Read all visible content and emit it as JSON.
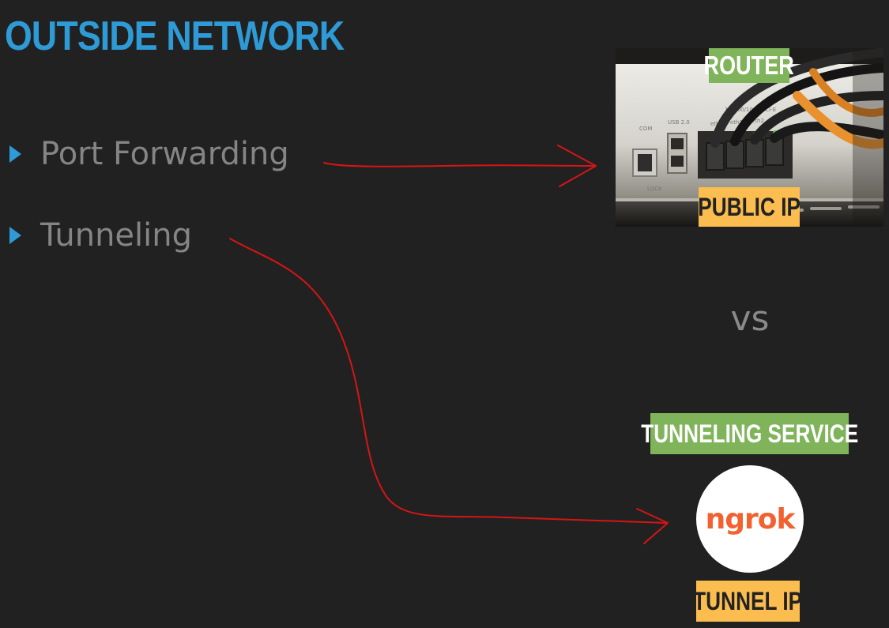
{
  "title": "OUTSIDE NETWORK",
  "bullets": [
    {
      "label": "Port Forwarding"
    },
    {
      "label": "Tunneling"
    }
  ],
  "router_tag": "ROUTER",
  "public_ip_tag": "PUBLIC IP",
  "vs_text": "vs",
  "tunneling_service_tag": "TUNNELING SERVICE",
  "ngrok_logo_text": "ngrok",
  "tunnel_ip_tag": "TUNNEL IP",
  "colors": {
    "background": "#212121",
    "title": "#2e9ad6",
    "bullet_text": "#858585",
    "arrow": "#d61515",
    "green_tag": "#7fb45a",
    "yellow_tag": "#fbbd4f",
    "ngrok_orange": "#f2612f"
  }
}
